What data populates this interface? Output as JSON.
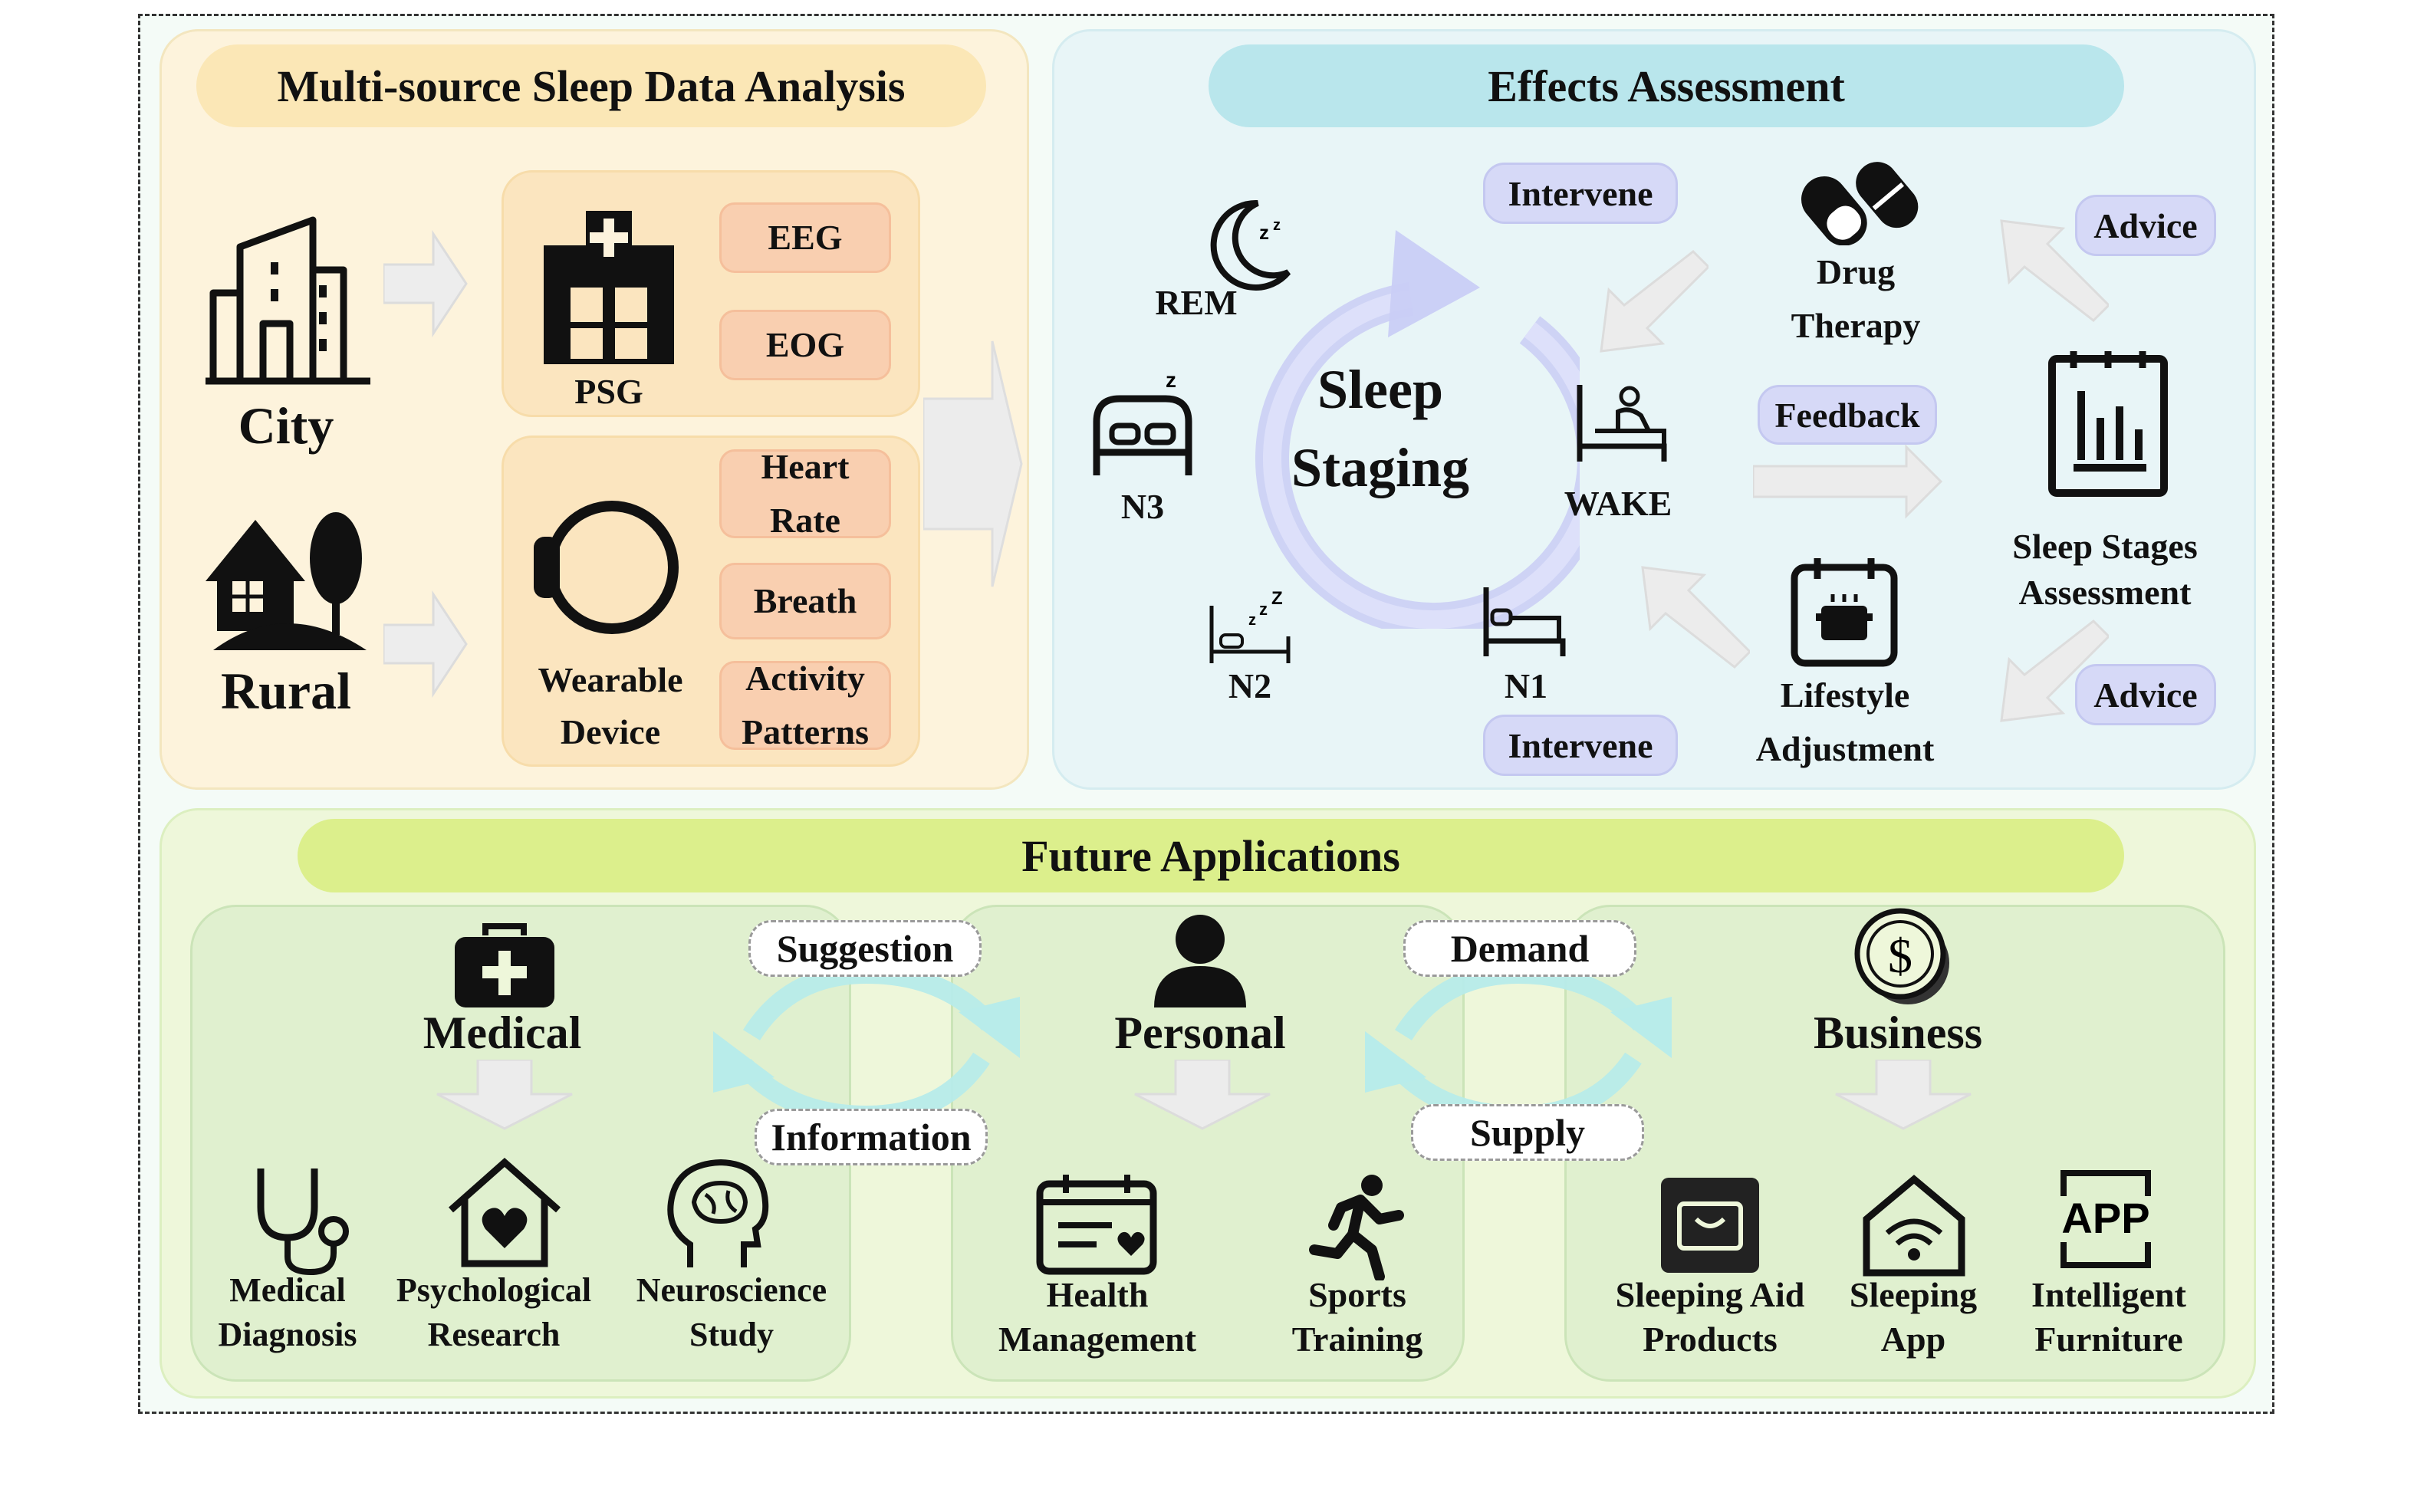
{
  "colors": {
    "analysis_bg": "#fdf3dc",
    "assessment_bg": "#e8f5f7",
    "future_bg": "#eef7da",
    "tag_fill": "#f9cfb0",
    "intervene_fill": "#d6d9f7",
    "cycle_color": "#c9cdf5",
    "flow_arrow": "#b8ecea"
  },
  "analysis": {
    "title": "Multi-source Sleep Data Analysis",
    "city": "City",
    "rural": "Rural",
    "psg": "PSG",
    "eeg": "EEG",
    "eog": "EOG",
    "heart_line1": "Heart",
    "heart_line2": "Rate",
    "breath": "Breath",
    "activity_line1": "Activity",
    "activity_line2": "Patterns",
    "wearable_line1": "Wearable",
    "wearable_line2": "Device"
  },
  "assessment": {
    "title": "Effects Assessment",
    "rem": "REM",
    "n3": "N3",
    "n2": "N2",
    "n1": "N1",
    "wake": "WAKE",
    "center_line1": "Sleep",
    "center_line2": "Staging",
    "intervene_top": "Intervene",
    "intervene_bottom": "Intervene",
    "drug_line1": "Drug",
    "drug_line2": "Therapy",
    "feedback": "Feedback",
    "lifestyle_line1": "Lifestyle",
    "lifestyle_line2": "Adjustment",
    "advice_top": "Advice",
    "advice_bottom": "Advice",
    "ssa_line1": "Sleep Stages",
    "ssa_line2": "Assessment"
  },
  "future": {
    "title": "Future Applications",
    "medical": "Medical",
    "personal": "Personal",
    "business": "Business",
    "suggestion": "Suggestion",
    "information": "Information",
    "demand": "Demand",
    "supply": "Supply",
    "med_diag_1": "Medical",
    "med_diag_2": "Diagnosis",
    "psych_1": "Psychological",
    "psych_2": "Research",
    "neuro_1": "Neuroscience",
    "neuro_2": "Study",
    "health_1": "Health",
    "health_2": "Management",
    "sports_1": "Sports",
    "sports_2": "Training",
    "aid_1": "Sleeping Aid",
    "aid_2": "Products",
    "app_1": "Sleeping",
    "app_2": "App",
    "furn_1": "Intelligent",
    "furn_2": "Furniture",
    "app_icon_text": "APP"
  }
}
